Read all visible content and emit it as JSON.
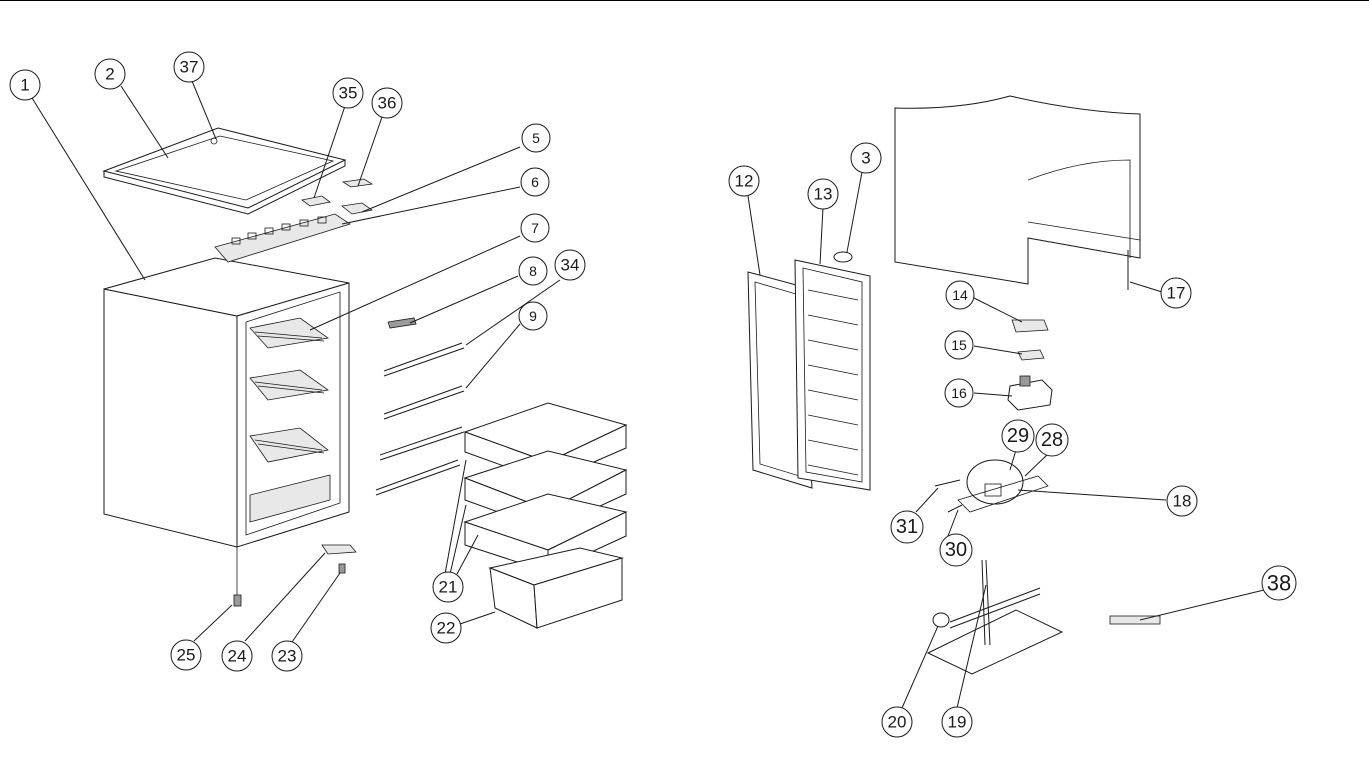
{
  "callouts": [
    "1",
    "2",
    "37",
    "35",
    "36",
    "5",
    "6",
    "7",
    "8",
    "34",
    "9",
    "21",
    "22",
    "25",
    "24",
    "23",
    "12",
    "13",
    "3",
    "17",
    "14",
    "15",
    "16",
    "29",
    "28",
    "18",
    "31",
    "30",
    "38",
    "20",
    "19"
  ]
}
